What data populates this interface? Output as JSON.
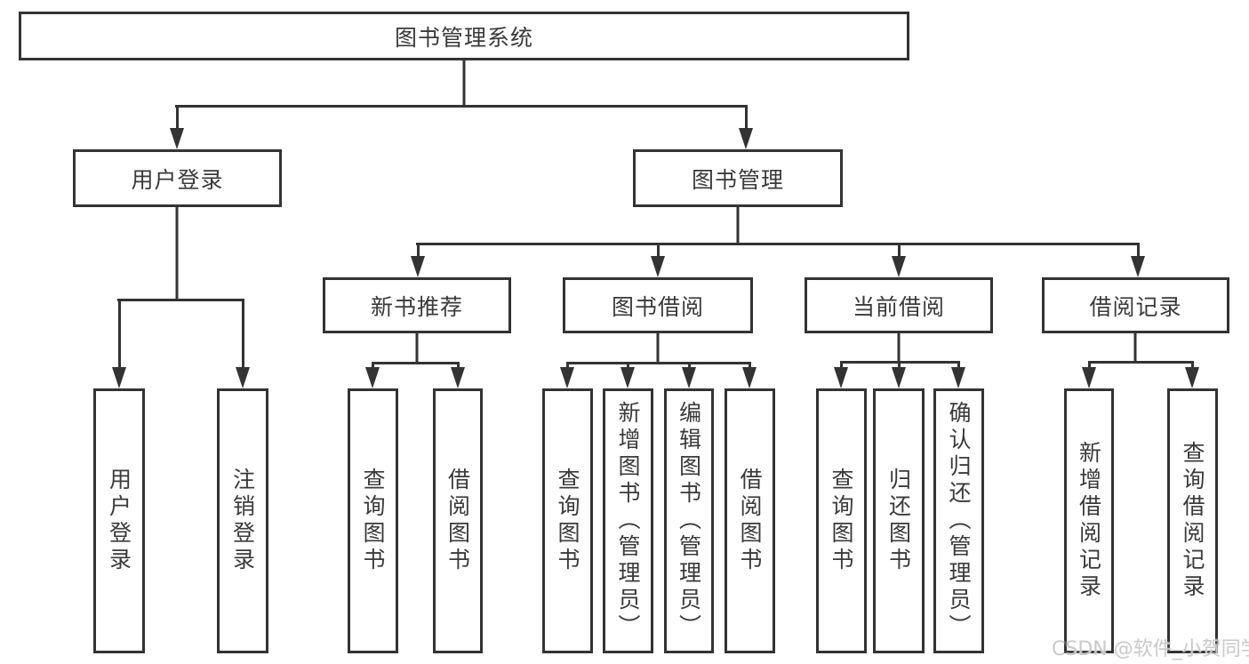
{
  "tree": {
    "root": "图书管理系统",
    "level2": [
      {
        "label": "用户登录",
        "leaves": [
          "用户登录",
          "注销登录"
        ]
      },
      {
        "label": "图书管理",
        "children": [
          {
            "label": "新书推荐",
            "leaves": [
              "查询图书",
              "借阅图书"
            ]
          },
          {
            "label": "图书借阅",
            "leaves": [
              "查询图书",
              "新增图书（管理员）",
              "编辑图书（管理员）",
              "借阅图书"
            ]
          },
          {
            "label": "当前借阅",
            "leaves": [
              "查询图书",
              "归还图书",
              "确认归还（管理员）"
            ]
          },
          {
            "label": "借阅记录",
            "leaves": [
              "新增借阅记录",
              "查询借阅记录"
            ]
          }
        ]
      }
    ]
  },
  "watermark": {
    "text": "CSDN @软件_小贺同学"
  },
  "colors": {
    "line": "#333333",
    "text": "#3a3a3a",
    "watermark": "#c9c9c9",
    "background": "#ffffff"
  }
}
